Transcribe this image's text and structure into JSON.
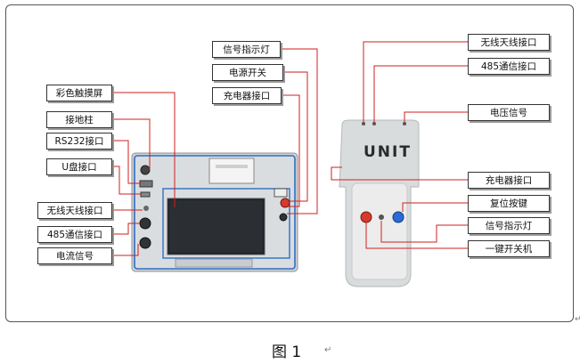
{
  "labels": {
    "touch_screen": "彩色触摸屏",
    "ground_post": "接地柱",
    "rs232_port": "RS232接口",
    "usb_port": "U盘接口",
    "left_wireless_port": "无线天线接口",
    "left_485_port": "485通信接口",
    "current_signal": "电流信号",
    "signal_led_top": "信号指示灯",
    "power_switch": "电源开关",
    "left_charger_port": "充电器接口",
    "right_wireless_port": "无线天线接口",
    "right_485_port": "485通信接口",
    "voltage_signal": "电压信号",
    "right_charger_port": "充电器接口",
    "reset_key": "复位按键",
    "signal_led_right": "信号指示灯",
    "one_key_power": "一键开关机"
  },
  "handheld": {
    "brand": "UNIT"
  },
  "caption": {
    "text": "图 1",
    "arrow": "↵",
    "frame_mark": "↵"
  },
  "colors": {
    "leader_line": "#d21f1f",
    "panel_blue": "#2f6fc2",
    "panel_bg": "#d4d7da",
    "button_red": "#d63a2a",
    "button_blue": "#2a6bd6"
  }
}
